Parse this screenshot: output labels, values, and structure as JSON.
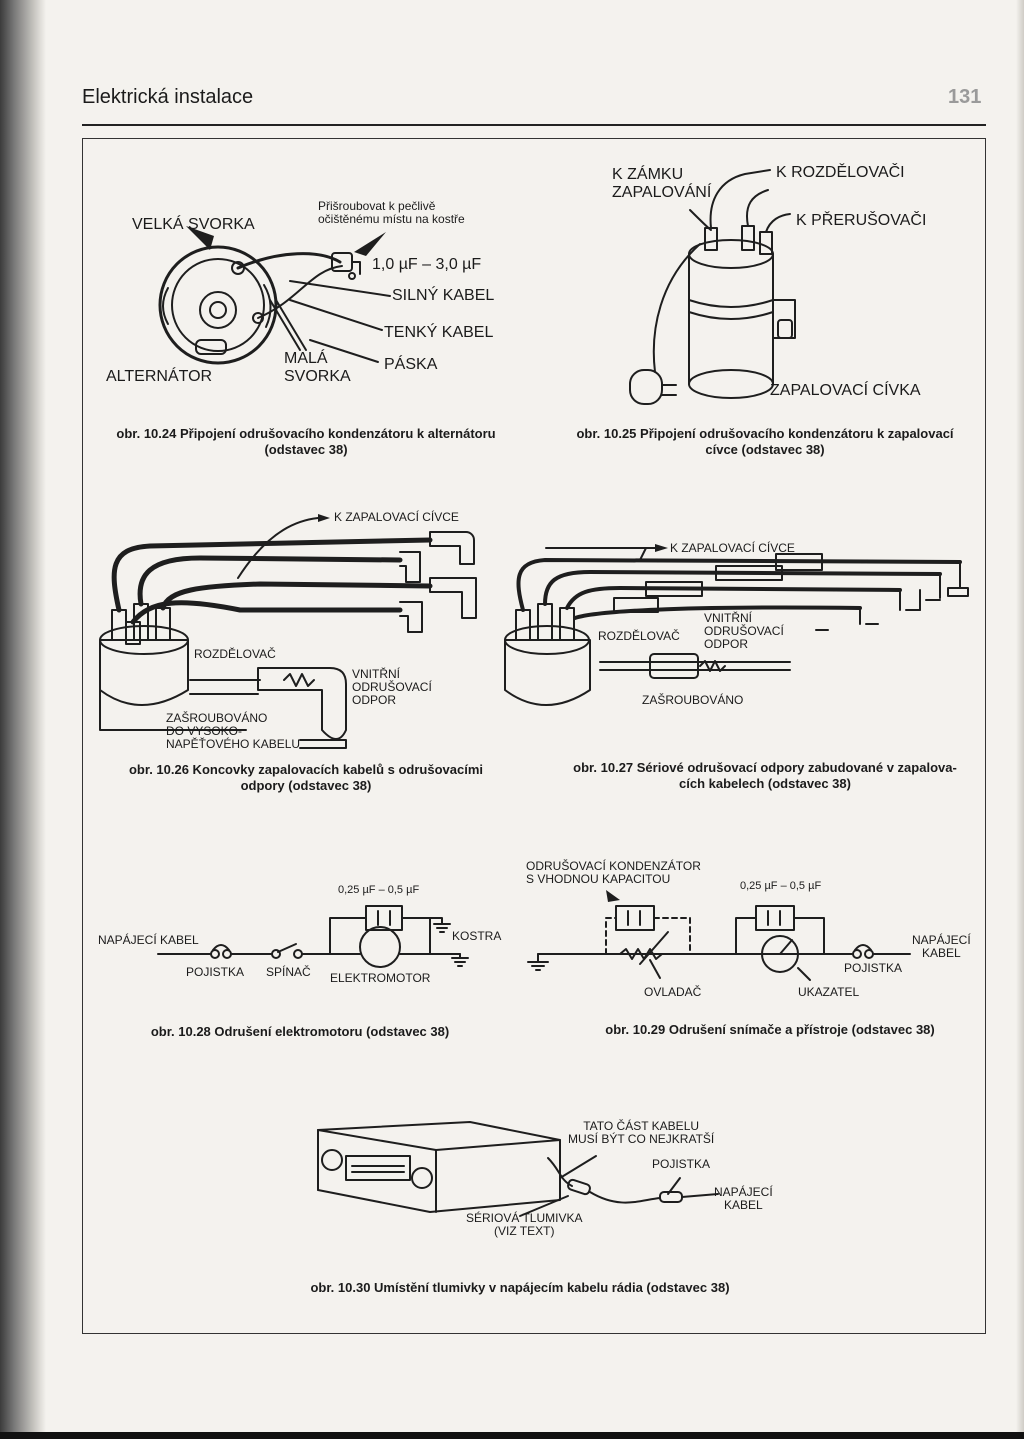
{
  "header": {
    "title": "Elektrická instalace",
    "page_number": "131"
  },
  "fig24": {
    "caption": "obr. 10.24 Připojení odrušovacího kondenzátoru k alternátoru\n(odstavec 38)",
    "labels": {
      "velka_svorka": "VELKÁ SVORKA",
      "prisroubovat": "Přišroubovat k pečlivě\nočištěnému místu na kostře",
      "capacity": "1,0 µF – 3,0 µF",
      "silny_kabel": "SILNÝ KABEL",
      "tenky_kabel": "TENKÝ KABEL",
      "mala_svorka": "MALÁ\nSVORKA",
      "paska": "PÁSKA",
      "alternator": "ALTERNÁTOR"
    }
  },
  "fig25": {
    "caption": "obr. 10.25 Připojení odrušovacího kondenzátoru k zapalovací\ncívce (odstavec 38)",
    "labels": {
      "k_zamku": "K ZÁMKU\nZAPALOVÁNÍ",
      "k_rozdelovaci": "K ROZDĚLOVAČI",
      "k_prerusovaci": "K PŘERUŠOVAČI",
      "zapalovaci_civka": "ZAPALOVACÍ CÍVKA"
    }
  },
  "fig26": {
    "caption": "obr. 10.26 Koncovky zapalovacích kabelů s odrušovacími\nodpory (odstavec 38)",
    "labels": {
      "k_zapalovaci_civce": "K ZAPALOVACÍ CÍVCE",
      "rozdelovac": "ROZDĚLOVAČ",
      "vnitrni": "VNITŘNÍ\nODRUŠOVACÍ\nODPOR",
      "zasroubovano": "ZAŠROUBOVÁNO\nDO VYSOKO-\nNAPĚŤOVÉHO KABELU"
    }
  },
  "fig27": {
    "caption": "obr. 10.27 Sériové odrušovací odpory zabudované v zapalova-\ncích kabelech (odstavec 38)",
    "labels": {
      "k_zapalovaci_civce": "K ZAPALOVACÍ CÍVCE",
      "rozdelovac": "ROZDĚLOVAČ",
      "vnitrni": "VNITŘNÍ\nODRUŠOVACÍ\nODPOR",
      "zasroubovano": "ZAŠROUBOVÁNO"
    }
  },
  "fig28": {
    "caption": "obr. 10.28 Odrušení elektromotoru (odstavec 38)",
    "labels": {
      "capacity": "0,25 µF – 0,5 µF",
      "napajeci_kabel": "NAPÁJECÍ KABEL",
      "kostra": "KOSTRA",
      "pojistka": "POJISTKA",
      "spinac": "SPÍNAČ",
      "elektromotor": "ELEKTROMOTOR"
    }
  },
  "fig29": {
    "caption": "obr. 10.29 Odrušení snímače a přístroje (odstavec 38)",
    "labels": {
      "odrusovaci_kondenzator": "ODRUŠOVACÍ KONDENZÁTOR\nS VHODNOU KAPACITOU",
      "capacity": "0,25 µF – 0,5 µF",
      "napajeci_kabel": "NAPÁJECÍ\nKABEL",
      "pojistka": "POJISTKA",
      "ovladac": "OVLADAČ",
      "ukazatel": "UKAZATEL"
    }
  },
  "fig30": {
    "caption": "obr. 10.30 Umístění tlumivky v napájecím kabelu rádia (odstavec 38)",
    "labels": {
      "tato_cast": "TATO ČÁST KABELU\nMUSÍ BÝT CO NEJKRATŠÍ",
      "pojistka": "POJISTKA",
      "napajeci_kabel": "NAPÁJECÍ\nKABEL",
      "seriova_tlumivka": "SÉRIOVÁ TLUMIVKA\n(VIZ TEXT)"
    }
  }
}
